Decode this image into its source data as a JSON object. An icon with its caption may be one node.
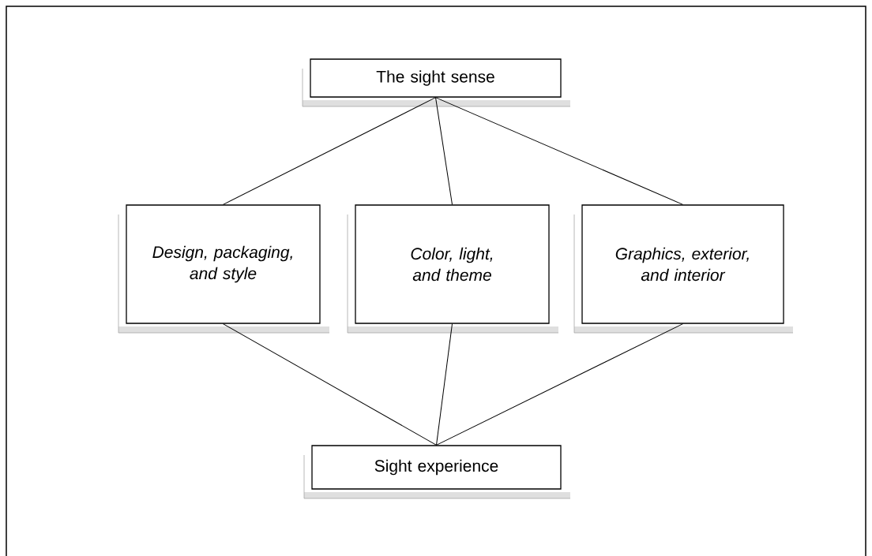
{
  "diagram": {
    "nodes": [
      {
        "text": [
          "The sight sense"
        ]
      },
      {
        "text": [
          "Design, packaging, and style"
        ]
      },
      {
        "text": [
          "Color, light, and theme"
        ]
      },
      {
        "text": [
          "Graphics, exterior, and interior"
        ]
      },
      {
        "text": [
          "Sight experience"
        ]
      }
    ],
    "edges": [
      {
        "from": 0,
        "to": 1,
        "arrow": "none"
      },
      {
        "from": 0,
        "to": 2,
        "arrow": "none"
      },
      {
        "from": 0,
        "to": 3,
        "arrow": "none"
      },
      {
        "from": 1,
        "to": 4,
        "arrow": "none"
      },
      {
        "from": 2,
        "to": 4,
        "arrow": "none"
      },
      {
        "from": 3,
        "to": 4,
        "arrow": "none"
      }
    ]
  }
}
